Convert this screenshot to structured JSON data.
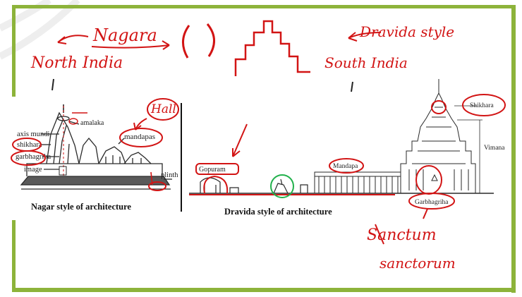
{
  "colors": {
    "frame": "#8db33a",
    "ink_red": "#d21414",
    "ink_green": "#22b14c",
    "drawing": "#2a2a2a"
  },
  "handwriting": {
    "nagara": "Nagara",
    "north_india": "North India",
    "dravida_style": "Dravida style",
    "south_india": "South India",
    "hall": "Hall",
    "sanctum_line1": "Sanctum",
    "sanctum_line2": "sanctorum"
  },
  "nagar_figure": {
    "caption": "Nagar style of architecture",
    "labels": {
      "axis_mundi": "axis mundi",
      "shikhara": "shikhara",
      "garbhagriha": "garbhagriha",
      "image": "image",
      "amalaka": "amalaka",
      "mandapas": "mandapas",
      "plinth": "plinth"
    }
  },
  "dravida_figure": {
    "caption": "Dravida style of architecture",
    "labels": {
      "gopuram": "Gopuram",
      "mandapa": "Mandapa",
      "shikhara": "Shikhara",
      "vimana": "Vimana",
      "garbhagriha": "Garbhagriha"
    }
  }
}
